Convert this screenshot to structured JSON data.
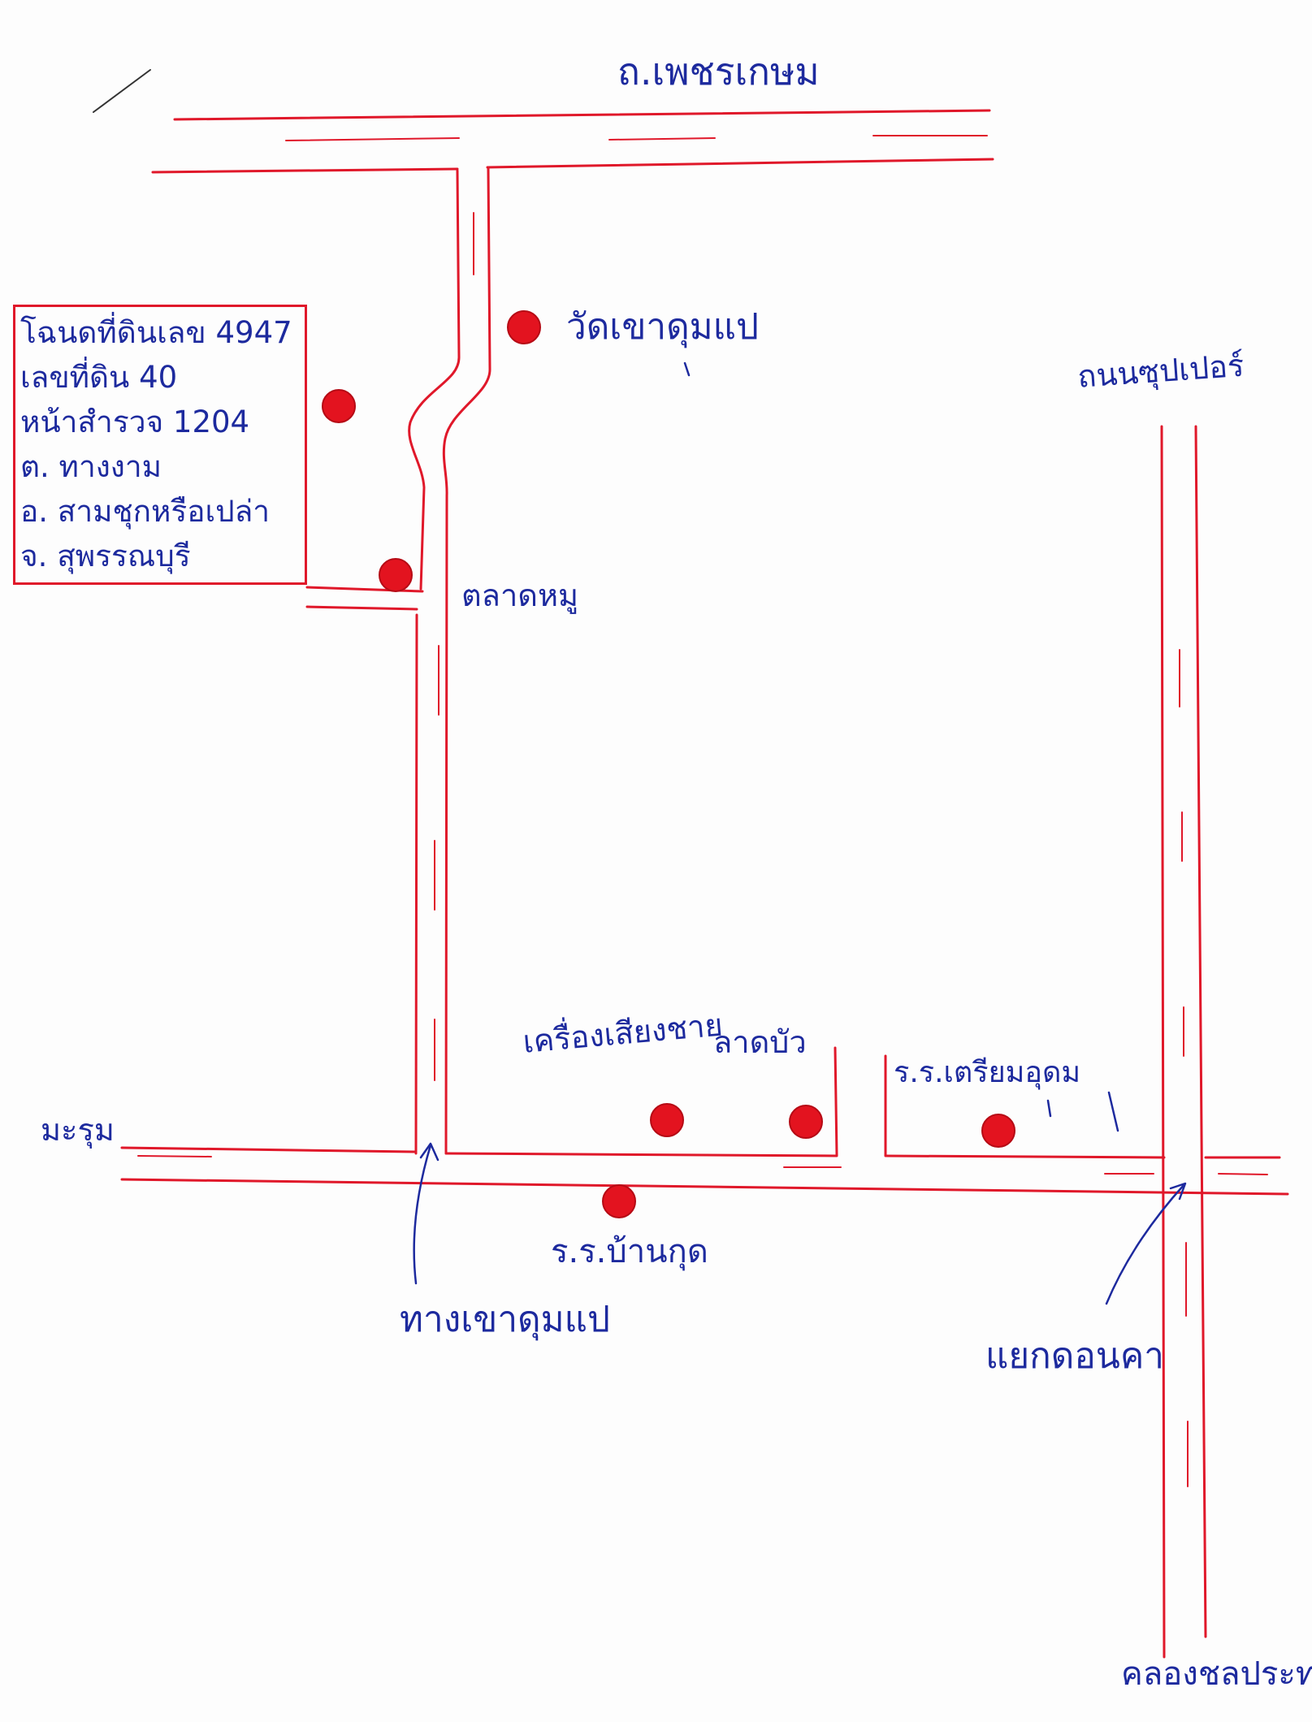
{
  "info_box": {
    "lines": [
      "โฉนดที่ดินเลข 4947",
      "เลขที่ดิน 40",
      "หน้าสำรวจ 1204",
      "ต. ทางงาม",
      "อ. สามชุกหรือเปล่า",
      "จ. สุพรรณบุรี"
    ]
  },
  "labels": {
    "road_top": "ถ.เพชรเกษม",
    "wat": "วัดเขาดุมแป",
    "market": "ตลาดหมู",
    "road_right": "ถนนซุปเปอร์",
    "shop1": "เครื่องเสียงชาย",
    "shop2": "ลาดบัว",
    "school_right": "ร.ร.เตรียมอุดม",
    "school_bottom": "ร.ร.บ้านกุด",
    "left_end": "มะรุม",
    "entrance_arrow": "ทางเขาดุมแป",
    "junction_arrow": "แยกดอนคา",
    "bottom_right": "คลองชลประทาน"
  },
  "colors": {
    "road": "#e0182a",
    "marker": "#e3131f",
    "ink": "#1d2a9e"
  }
}
